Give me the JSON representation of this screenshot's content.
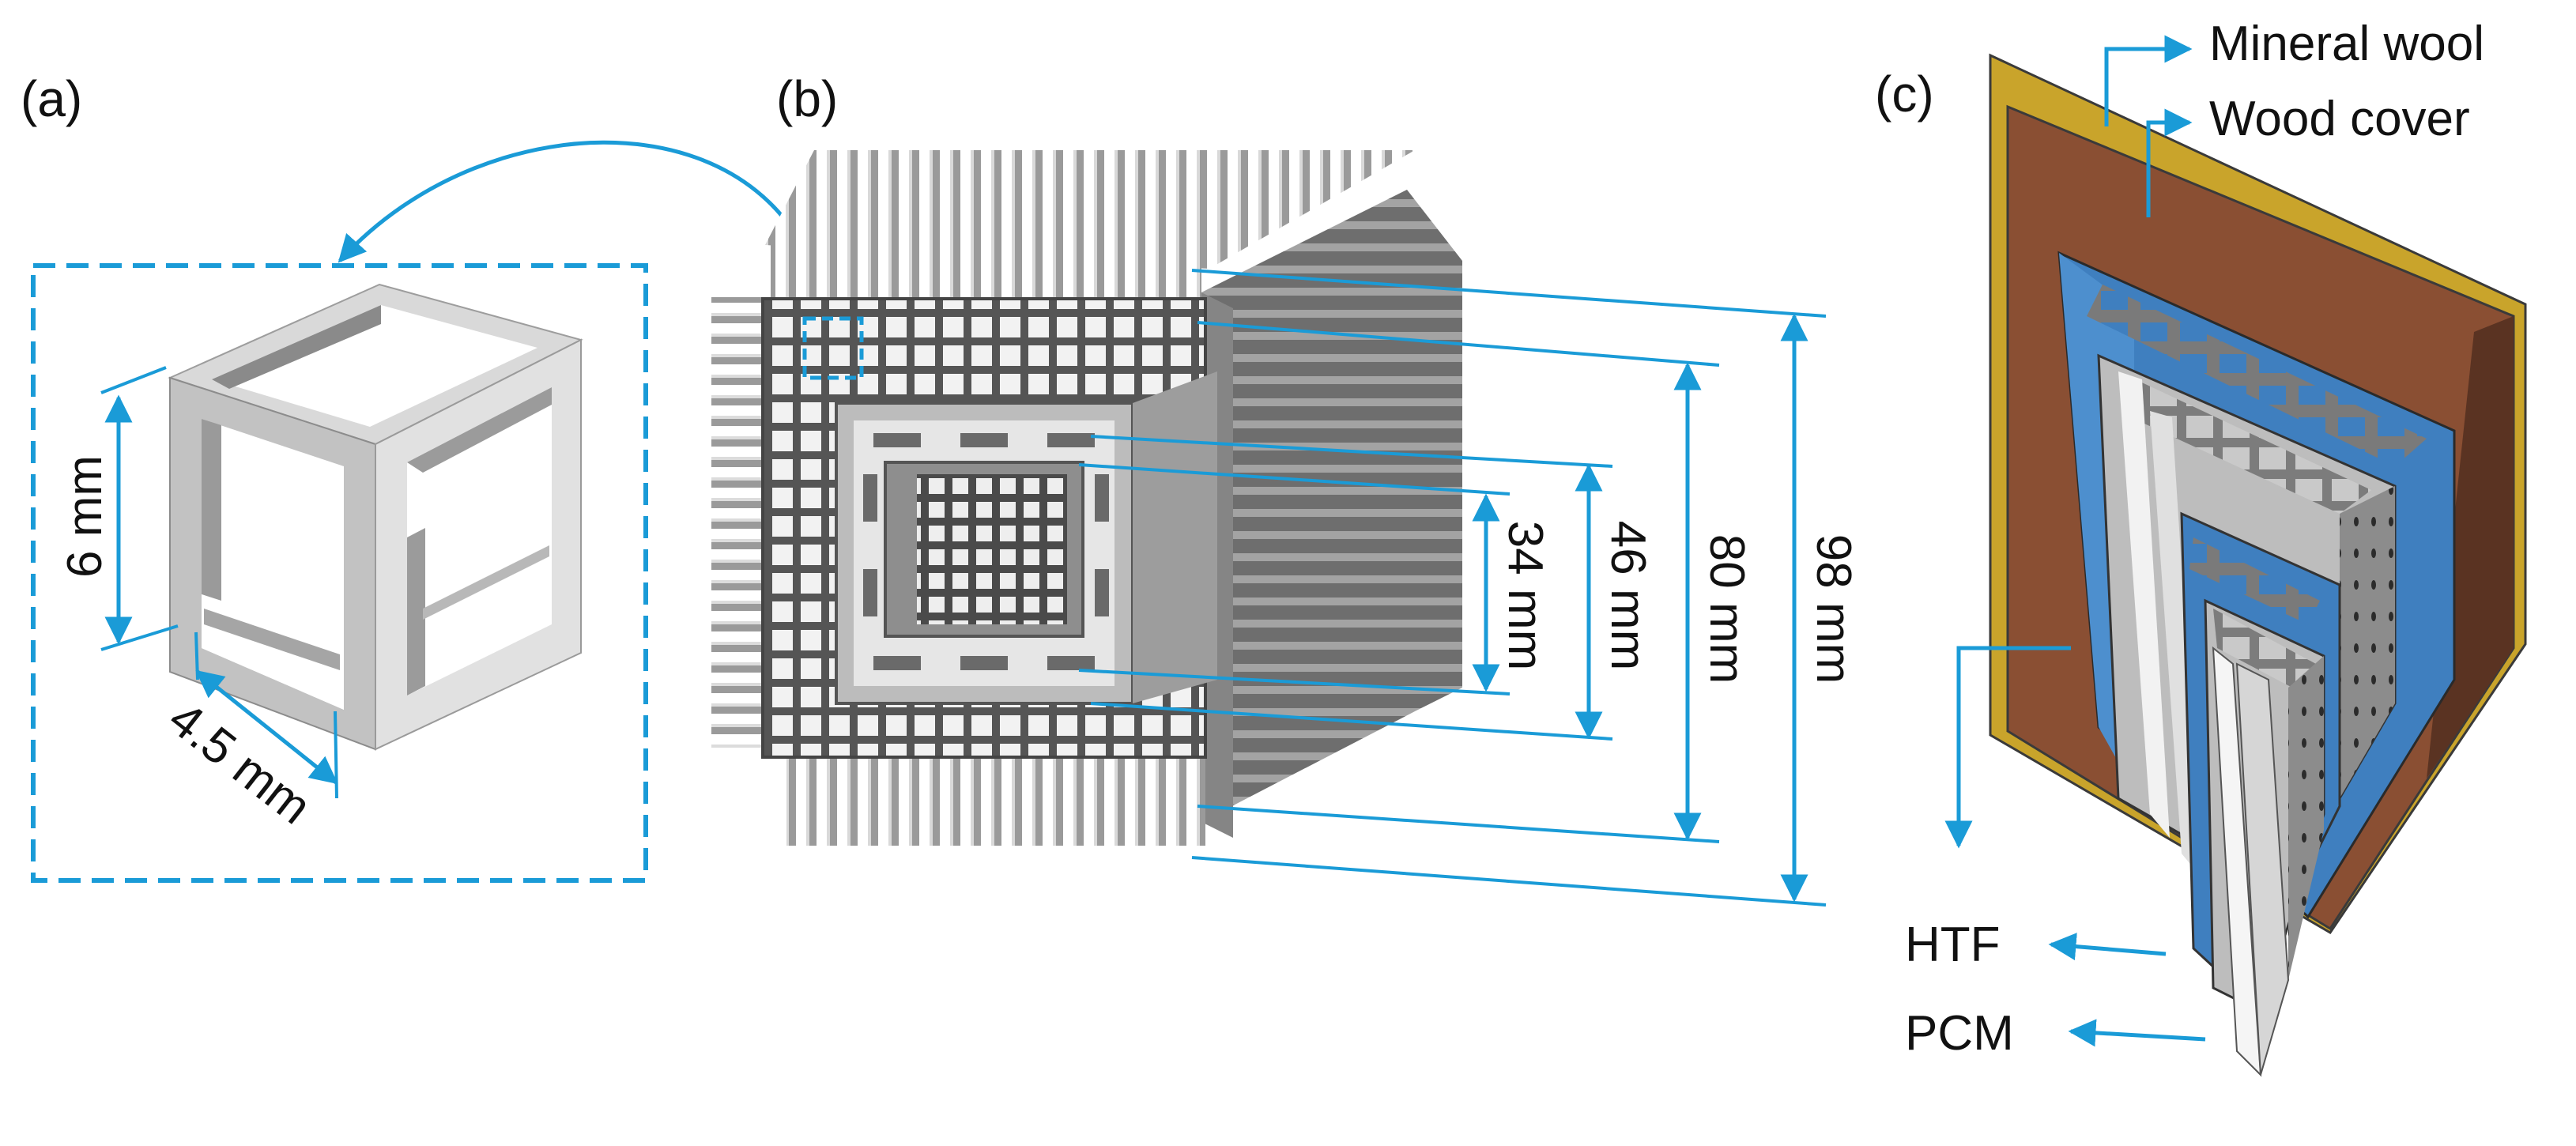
{
  "panels": {
    "a": {
      "label": "(a)",
      "height_label": "6 mm",
      "width_label": "4.5 mm"
    },
    "b": {
      "label": "(b)",
      "dims": [
        "34 mm",
        "46 mm",
        "80 mm",
        "98 mm"
      ]
    },
    "c": {
      "label": "(c)",
      "layers": [
        "Mineral wool",
        "Wood cover",
        "HTF",
        "PCM"
      ]
    }
  },
  "colors": {
    "accent": "#1a9bd7",
    "mineral_wool": "#c9a42b",
    "wood_cover": "#8a4f33",
    "htf": "#3f7fbf",
    "metal_light": "#d7d7d7",
    "metal_dark": "#7a7a7a"
  }
}
